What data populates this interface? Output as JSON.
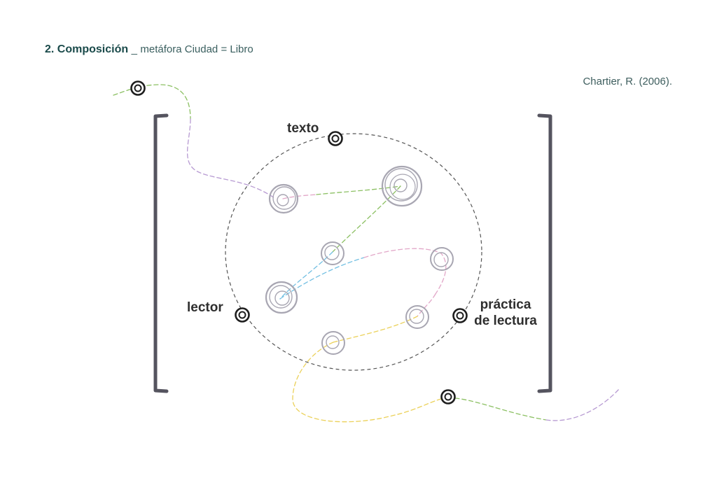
{
  "header": {
    "section": "2. Composición",
    "separator": "_",
    "subtitle": "metáfora Ciudad = Libro"
  },
  "citation": "Chartier, R. (2006).",
  "labels": {
    "texto": "texto",
    "lector": "lector",
    "practica_line1": "práctica",
    "practica_line2": "de lectura"
  },
  "colors": {
    "title": "#1a4a4a",
    "bracket": "#55545f",
    "circle": "#a8a6b2",
    "node": "#1e1e1e",
    "dash_green": "#8cc063",
    "dash_purple": "#b79ad2",
    "dash_pink": "#e2a7c8",
    "dash_blue": "#72bfe2",
    "dash_yellow": "#ebd15a",
    "dash_gray": "#555555"
  }
}
